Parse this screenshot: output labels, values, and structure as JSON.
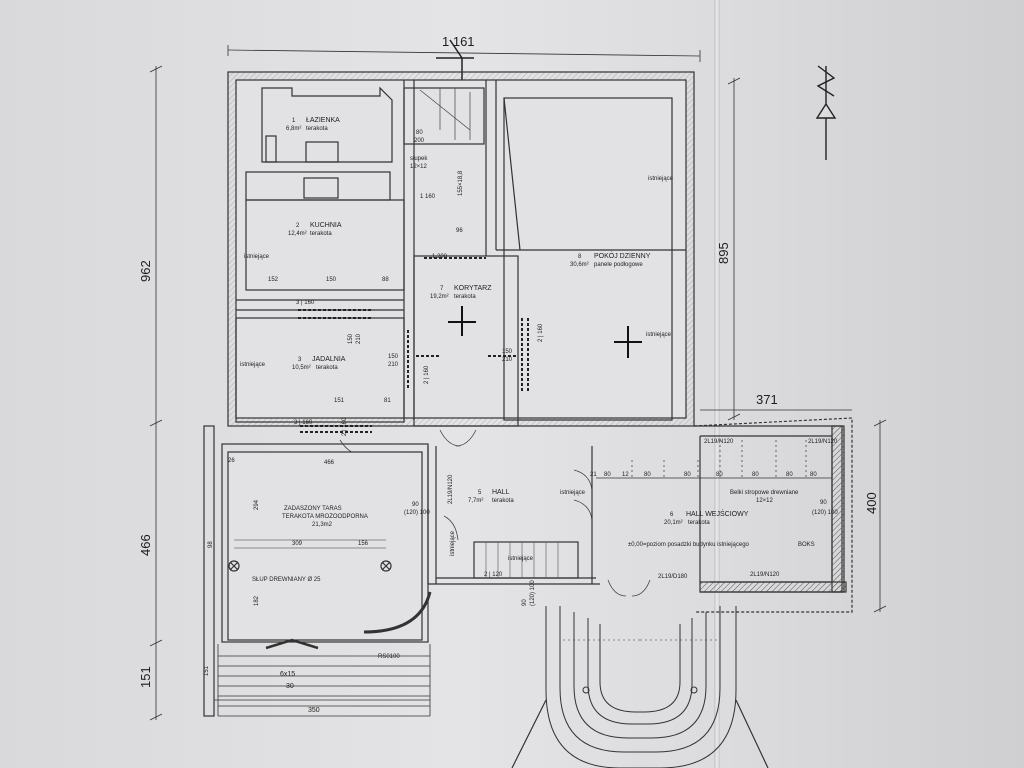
{
  "title": "",
  "compass": {
    "letter": "N"
  },
  "dims": {
    "total_width": "1 161",
    "left_total": "962",
    "left_lower": "466",
    "left_bottom": "151",
    "right_upper": "895",
    "right_lower": "400",
    "wing_width": "371",
    "kitchen_a": "152",
    "kitchen_b": "150",
    "kitchen_c": "88",
    "dining_a": "151",
    "dining_b": "81",
    "terrace_w": "466",
    "terrace_a": "309",
    "terrace_b": "156",
    "stair_w": "350",
    "stair_steps": "6x15",
    "stair_tread": "30",
    "corr_w": "96",
    "terrace_h1": "294",
    "terrace_h2": "182",
    "terrace_side": "26",
    "terrace_side2": "98",
    "stair_h": "151"
  },
  "rooms": {
    "bath": {
      "num": "1",
      "name": "ŁAZIENKA",
      "area": "6,8m²",
      "finish": "terakota"
    },
    "kitchen": {
      "num": "2",
      "name": "KUCHNIA",
      "area": "12,4m²",
      "finish": "terakota"
    },
    "dining": {
      "num": "3",
      "name": "JADALNIA",
      "area": "10,5m²",
      "finish": "terakota"
    },
    "hall": {
      "num": "5",
      "name": "HALL",
      "area": "7,7m²",
      "finish": "terakota"
    },
    "entry": {
      "num": "6",
      "name": "HALL WEJŚCIOWY",
      "area": "20,1m²",
      "finish": "terakota"
    },
    "corridor": {
      "num": "7",
      "name": "KORYTARZ",
      "area": "19,2m²",
      "finish": "terakota"
    },
    "living": {
      "num": "8",
      "name": "POKÓJ DZIENNY",
      "area": "30,6m²",
      "finish": "panele podłogowe"
    },
    "terrace": {
      "name": "ZADASZONY TARAS",
      "finish": "TERAKOTA MROZOODPORNA",
      "area": "21,3m2"
    }
  },
  "labels": {
    "existing": "istniejące",
    "post": "słupek",
    "post_size": "12×12",
    "wood_post": "SŁUP DREWNIANY  Ø 25",
    "beams": "Belki stropowe drewniane",
    "beams_size": "12×12",
    "level": "±0,00=poziom posadzki budynku istniejącego",
    "level_note": "BOKS",
    "rs": "RS0100"
  },
  "openings": {
    "d80_200": "80",
    "d80_200b": "200",
    "o160a": "160",
    "o160b": "1 160",
    "o200": "1 200",
    "k160": "3 | 160",
    "j160": "3 | 160",
    "v150a": "150",
    "v210a": "210",
    "v150b": "150",
    "v210b": "210",
    "v150c": "150",
    "v210c": "210",
    "v160a": "2 | 160",
    "v160b": "2 | 160",
    "v160c": "2 | 160",
    "lintel1": "2L19/N120",
    "lintel2": "2L19/N120",
    "lintel3": "2L19/D180",
    "lintel4": "2L19/N120",
    "lintel5": "2L19/N120",
    "w90a": "90",
    "w120a": "(120) 100",
    "w90b": "90",
    "w120b": "(120) 100",
    "w90c": "90",
    "w120c": "(120) 100",
    "w2120": "2 | 120",
    "wsize": "155×18,8"
  },
  "hall_dims": [
    "21",
    "80",
    "12",
    "80",
    "80",
    "80",
    "80",
    "80",
    "80"
  ]
}
